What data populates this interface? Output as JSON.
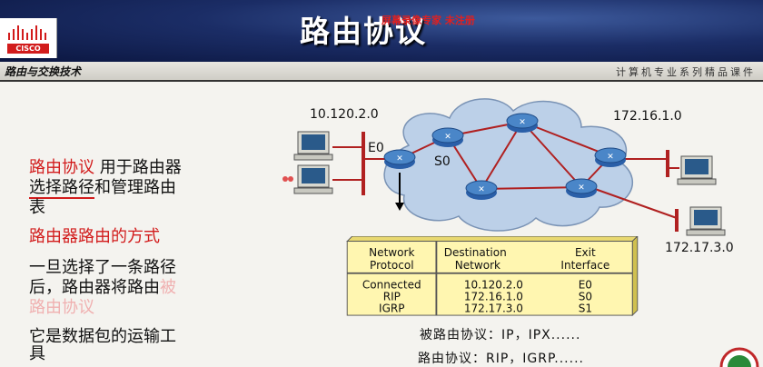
{
  "slide": {
    "title": "路由协议",
    "watermark": "屏幕录像专家 未注册",
    "logo_text": "CISCO",
    "course_left": "路由与交换技术",
    "course_right": "计算机专业系列精品课件"
  },
  "bullets": {
    "b1_red": "路由协议",
    "b1_text": " 用于路由器",
    "b1_line2_red": "选择路径",
    "b1_line2_text": "和管理路由",
    "b1_line3": "表",
    "b2": "路由器路由的方式",
    "b3_line1": "一旦选择了一条路径",
    "b3_line2_text": "后，路由器将路由",
    "b3_line2_faded": "被",
    "b3_line3_faded": "路由协议",
    "b4_line1": "它是数据包的运输工",
    "b4_line2": "具"
  },
  "network": {
    "net_left": "10.120.2.0",
    "net_top_right": "172.16.1.0",
    "net_bottom_right": "172.17.3.0",
    "if_e0": "E0",
    "if_s0": "S0"
  },
  "routing_table": {
    "col1_h1": "Network",
    "col1_h2": "Protocol",
    "col2_h1": "Destination",
    "col2_h2": "Network",
    "col3_h1": "Exit",
    "col3_h2": "Interface",
    "rows": [
      {
        "protocol": "Connected",
        "destination": "10.120.2.0",
        "interface": "E0"
      },
      {
        "protocol": "RIP",
        "destination": "172.16.1.0",
        "interface": "S0"
      },
      {
        "protocol": "IGRP",
        "destination": "172.17.3.0",
        "interface": "S1"
      }
    ]
  },
  "footnotes": {
    "routed": "被路由协议：IP，IPX......",
    "routing": "路由协议：RIP，IGRP......"
  },
  "colors": {
    "accent_red": "#d21c1c",
    "banner_blue": "#1b2d66",
    "table_yellow": "#fff6b0"
  }
}
